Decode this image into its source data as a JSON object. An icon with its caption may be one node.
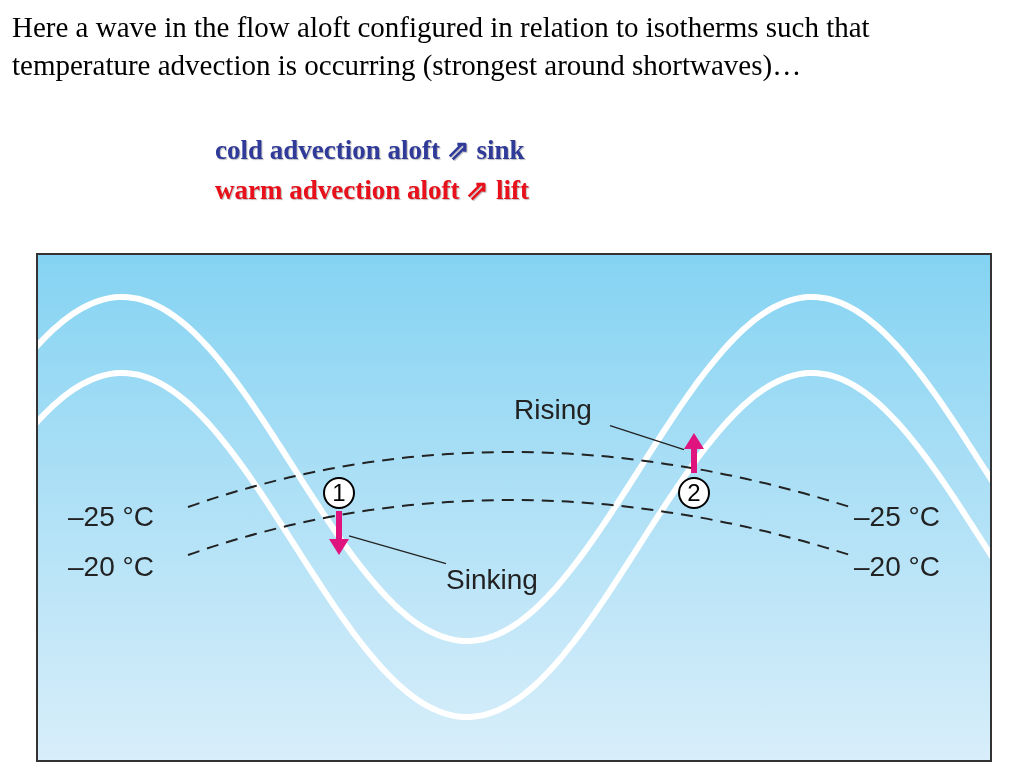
{
  "diagram": {
    "title": "Here a wave in the flow aloft configured in relation to isotherms such that temperature advection is occurring (strongest around shortwaves)…",
    "nodes": [
      {
        "text": [
          "Rising"
        ]
      },
      {
        "text": [],
        "shape": "arrow"
      },
      {
        "text": [
          "2"
        ]
      },
      {
        "text": [
          "1"
        ]
      },
      {
        "text": [],
        "shape": "arrow"
      },
      {
        "text": [
          "Sinking"
        ]
      }
    ],
    "edges": [
      {
        "from": 0,
        "to": 1,
        "arrow": "none"
      },
      {
        "from": 5,
        "to": 4,
        "arrow": "none"
      }
    ],
    "labels": [
      "cold advection aloft ⇗ sink",
      "warm advection aloft ⇗ lift",
      "–25 °C",
      "–25 °C",
      "–20 °C",
      "–20 °C"
    ]
  }
}
